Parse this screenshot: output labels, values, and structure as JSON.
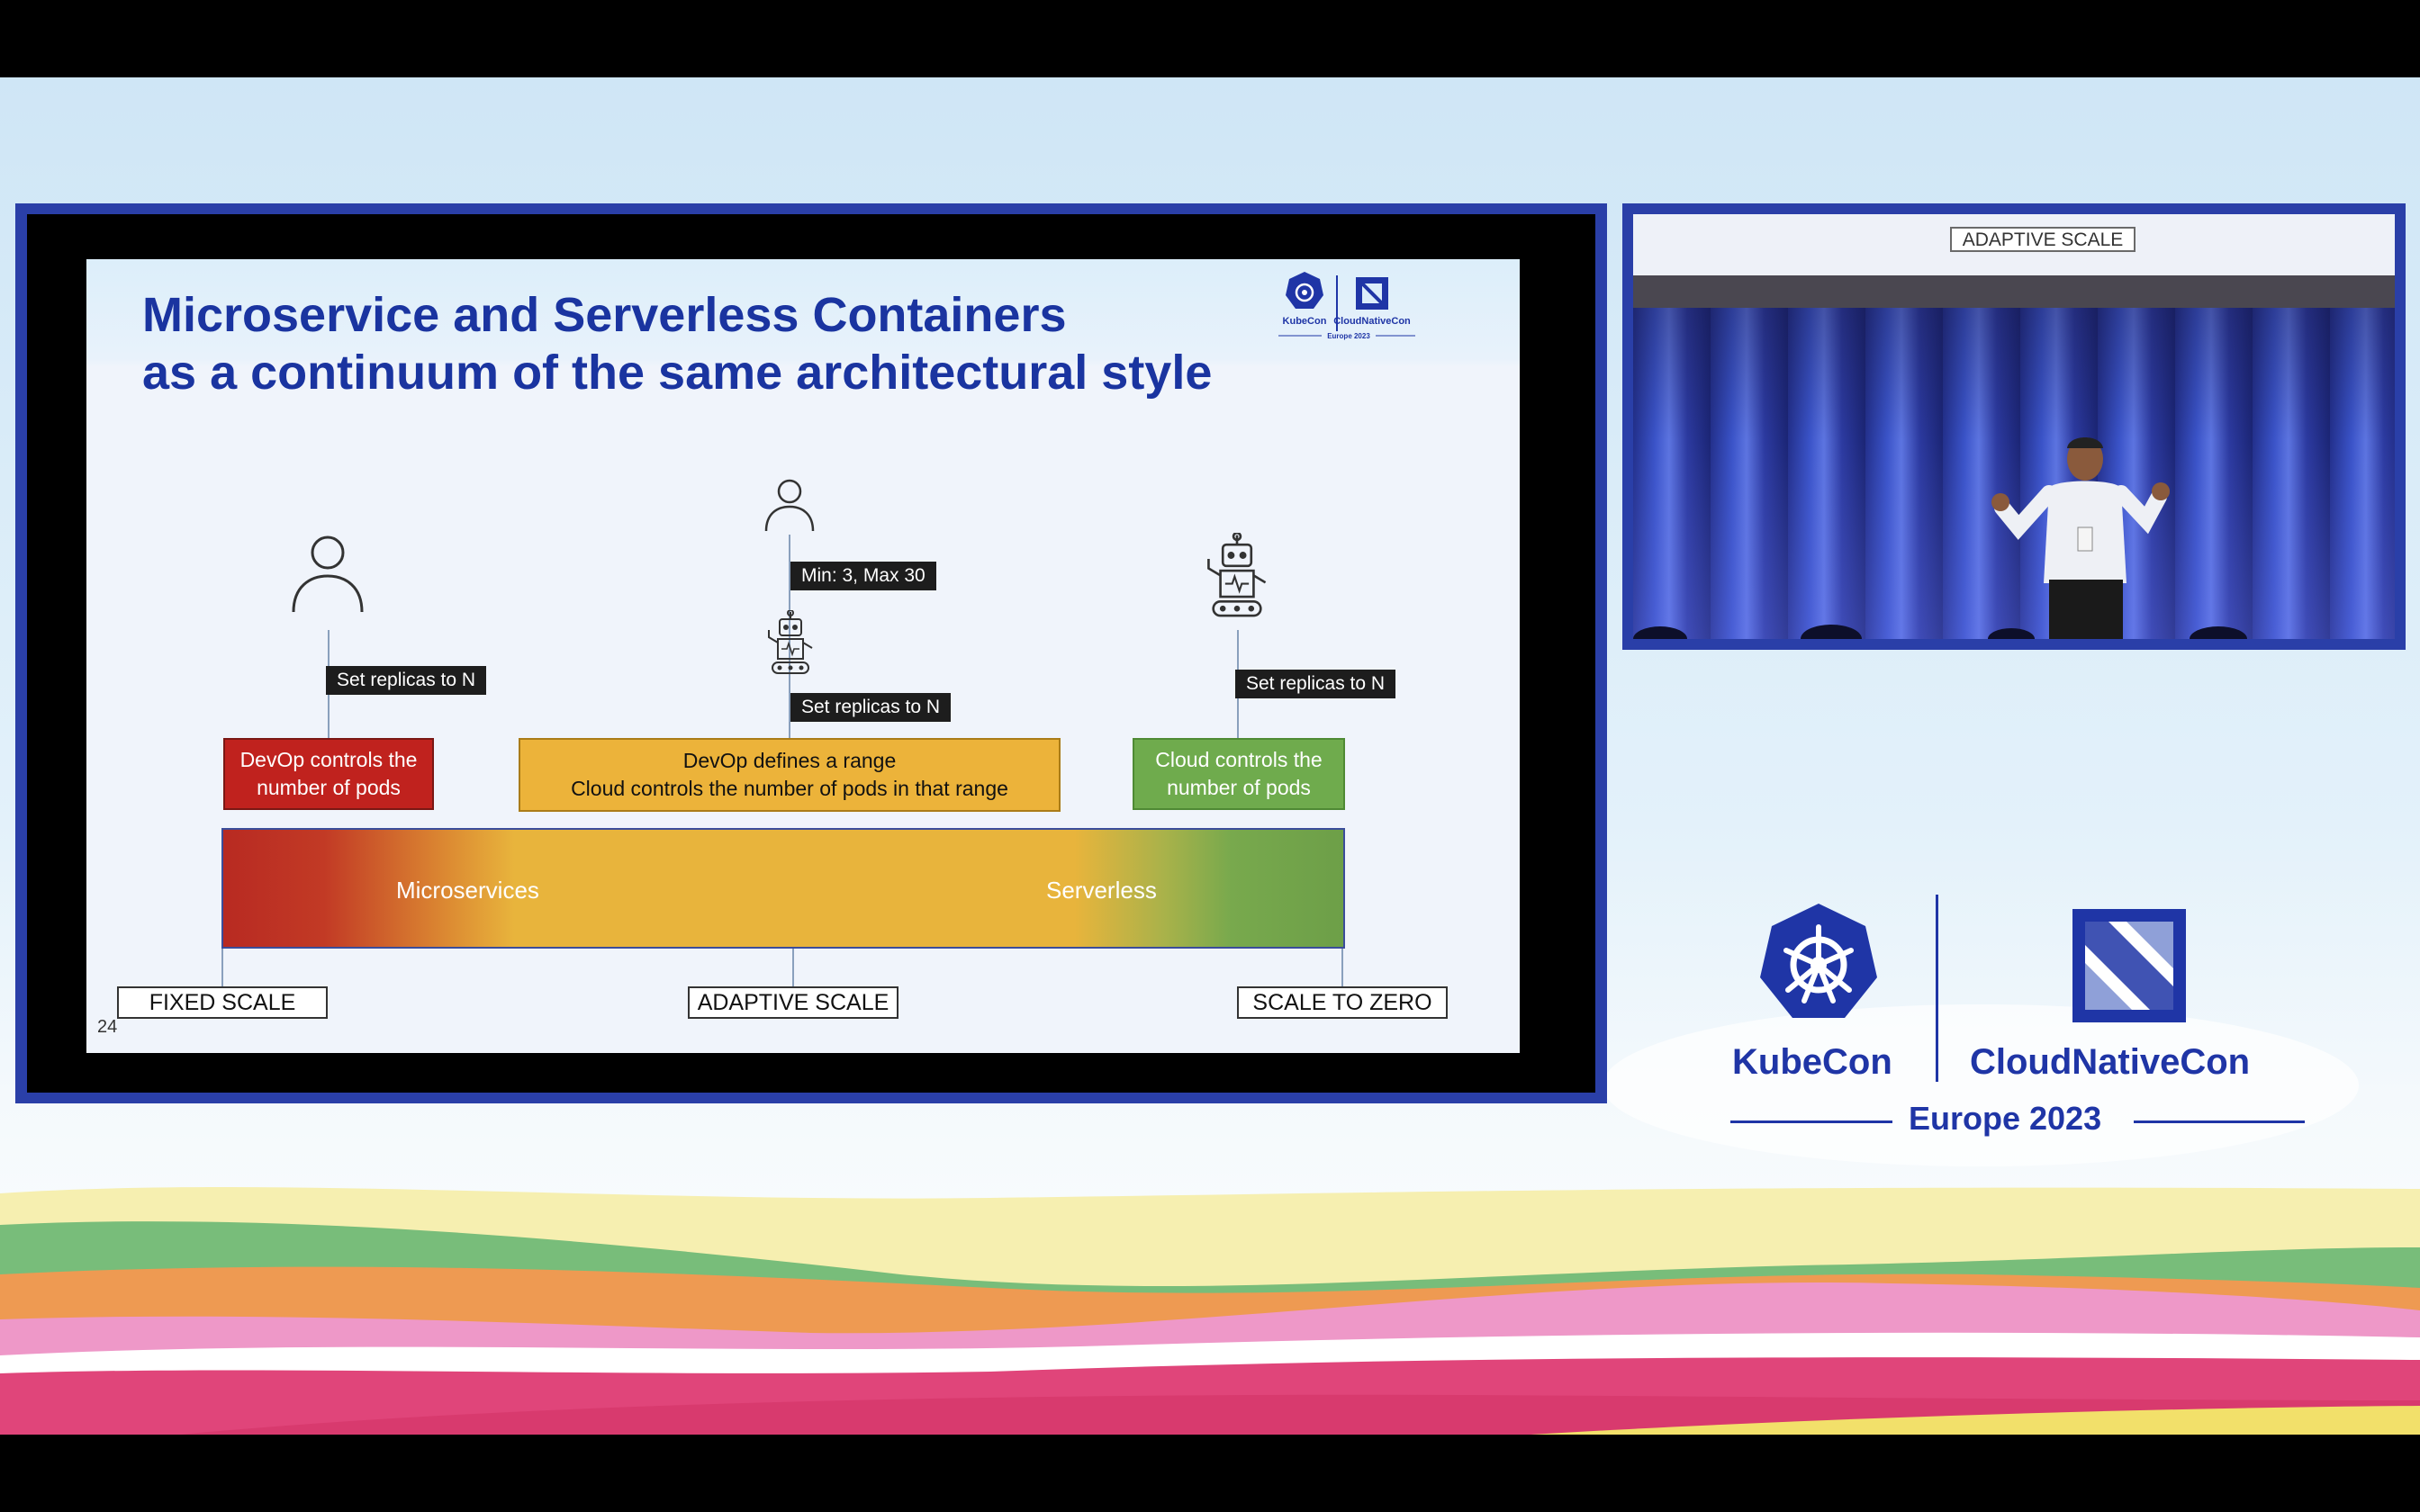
{
  "slide": {
    "title_line1": "Microservice and Serverless Containers",
    "title_line2": "as a continuum of the same architectural style",
    "logo_kubecon": "KubeCon",
    "logo_cnc": "CloudNativeCon",
    "logo_event": "Europe 2023",
    "tags": {
      "left": "Set replicas to N",
      "range": "Min: 3, Max 30",
      "middle": "Set replicas to N",
      "right": "Set replicas to N"
    },
    "boxes": {
      "fixed_line1": "DevOp controls the",
      "fixed_line2": "number of pods",
      "adaptive_line1": "DevOp defines a range",
      "adaptive_line2": "Cloud controls the number of pods in that range",
      "zero_line1": "Cloud controls the",
      "zero_line2": "number of pods"
    },
    "ribbon": {
      "left_label": "Microservices",
      "right_label": "Serverless"
    },
    "scales": [
      "FIXED SCALE",
      "ADAPTIVE SCALE",
      "SCALE TO ZERO"
    ],
    "page_number": "24"
  },
  "camera": {
    "screen_label": "ADAPTIVE SCALE"
  },
  "brand": {
    "kubecon": "KubeCon",
    "cloudnativecon": "CloudNativeCon",
    "event": "Europe 2023"
  },
  "colors": {
    "frame_blue": "#2a3fa8",
    "title_blue": "#1a34a0",
    "red": "#c0221e",
    "yellow": "#ecb33a",
    "green": "#6fab4d"
  },
  "icons": [
    "person-icon",
    "robot-icon",
    "kubernetes-wheel-icon",
    "cncf-logo-icon"
  ]
}
